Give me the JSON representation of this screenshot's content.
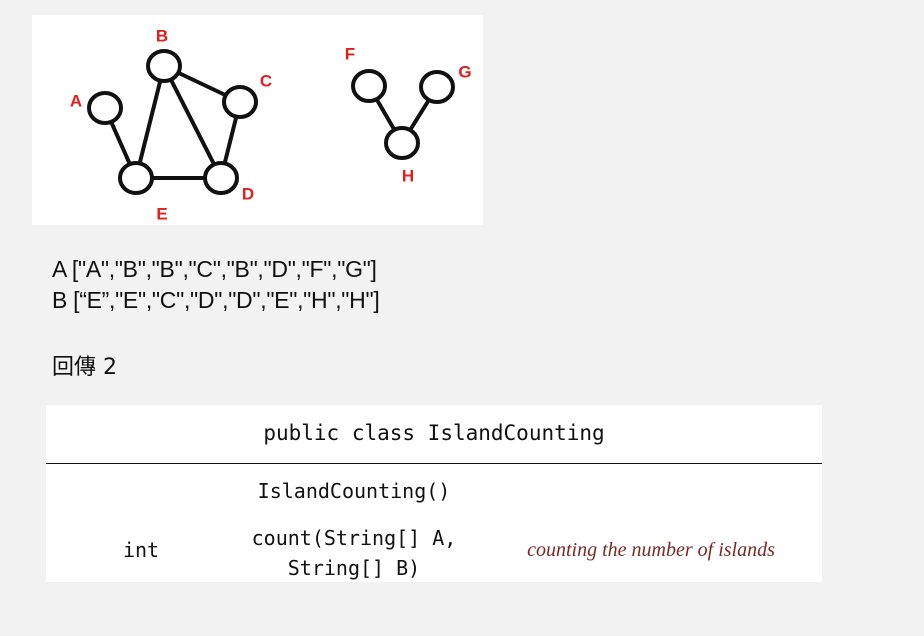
{
  "graph": {
    "nodes": [
      {
        "id": "A",
        "label": "A"
      },
      {
        "id": "B",
        "label": "B"
      },
      {
        "id": "C",
        "label": "C"
      },
      {
        "id": "D",
        "label": "D"
      },
      {
        "id": "E",
        "label": "E"
      },
      {
        "id": "F",
        "label": "F"
      },
      {
        "id": "G",
        "label": "G"
      },
      {
        "id": "H",
        "label": "H"
      }
    ],
    "edges": [
      [
        "A",
        "E"
      ],
      [
        "B",
        "E"
      ],
      [
        "B",
        "C"
      ],
      [
        "B",
        "D"
      ],
      [
        "C",
        "D"
      ],
      [
        "E",
        "D"
      ],
      [
        "F",
        "H"
      ],
      [
        "G",
        "H"
      ]
    ]
  },
  "arrays": {
    "line_a": "A [\"A\",\"B\",\"B\",\"C\",\"B\",\"D\",\"F\",\"G\"]",
    "line_b": "B [“E”,\"E\",\"C\",\"D\",\"D\",\"E\",\"H\",\"H\"]"
  },
  "result": "回傳 2",
  "api": {
    "header": "public class IslandCounting",
    "constructor": "IslandCounting()",
    "methods": [
      {
        "return_type": "int",
        "signature_line1": "count(String[] A,",
        "signature_line2": "String[] B)",
        "description": "counting the number of islands"
      }
    ]
  },
  "colors": {
    "node_label": "#e0201c",
    "edge": "#111111",
    "description": "#7a2a22"
  }
}
